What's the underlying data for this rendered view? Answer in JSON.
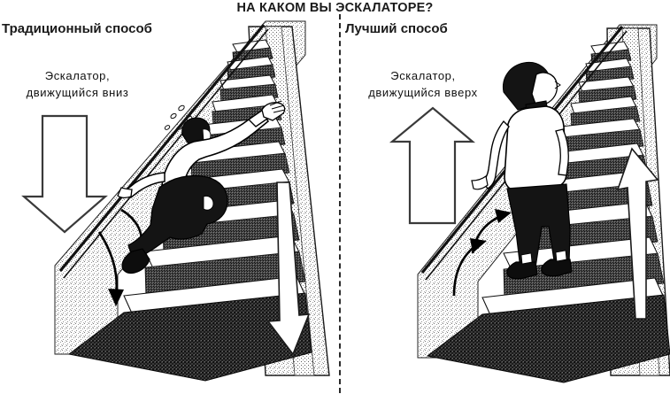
{
  "title": "НА КАКОМ ВЫ ЭСКАЛАТОРЕ?",
  "divider": {
    "style": "dashed-vertical"
  },
  "panels": [
    {
      "id": "traditional",
      "heading": "Традиционный способ",
      "caption_line1": "Эскалатор,",
      "caption_line2": "движущийся вниз",
      "direction_arrow": "big-down-arrow",
      "belt_arrow": "belt-down-arrow",
      "motion_arrows": "two-curved-down-arrows",
      "figure": "person-climbing-struggling",
      "figure_details": [
        "sweat-drops",
        "outstretched-arm",
        "hand-on-handrail",
        "bent-posture"
      ]
    },
    {
      "id": "better",
      "heading": "Лучший способ",
      "caption_line1": "Эскалатор,",
      "caption_line2": "движущийся вверх",
      "direction_arrow": "big-up-arrow",
      "belt_arrow": "belt-up-arrow",
      "motion_arrows": "two-curved-up-arrows",
      "figure": "person-standing-relaxed",
      "figure_details": [
        "hand-on-handrail",
        "upright-posture",
        "looking-up"
      ]
    }
  ],
  "colors": {
    "ink": "#000000",
    "paper": "#ffffff",
    "halftone_light": "#d8d8d8",
    "halftone_mid": "#9a9a9a",
    "halftone_dark": "#3c3c3c",
    "title_ink": "#1a1a1a"
  }
}
